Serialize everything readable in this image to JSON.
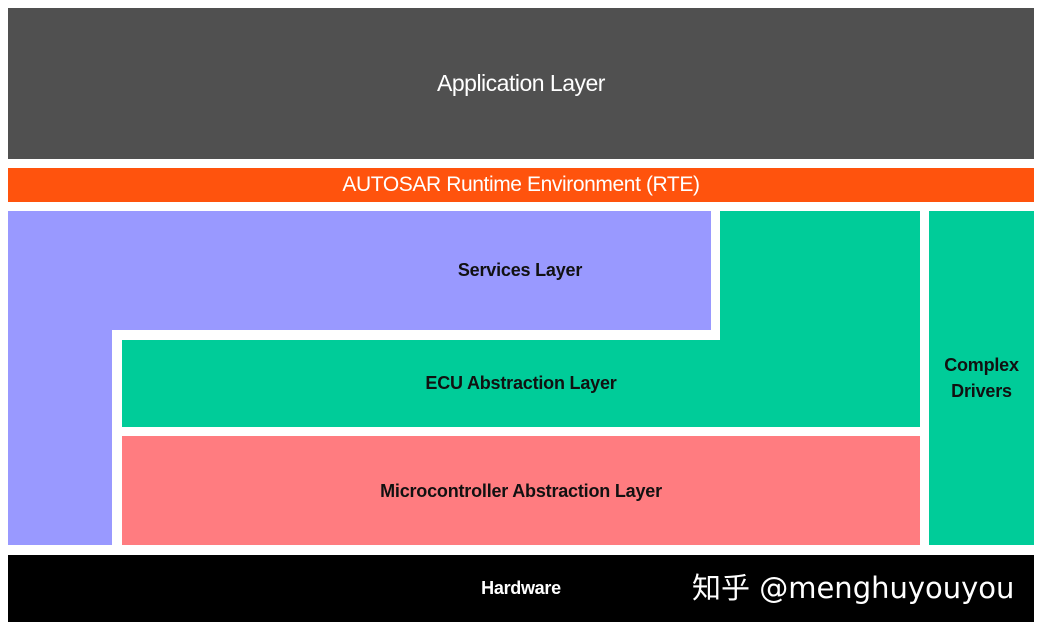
{
  "colors": {
    "application": "#505050",
    "rte": "#ff530d",
    "services": "#9999ff",
    "ecu": "#00cc99",
    "microcontroller": "#ff7c80",
    "complex_drivers": "#00cc99",
    "hardware": "#000000"
  },
  "layers": {
    "application": "Application Layer",
    "rte": "AUTOSAR Runtime Environment (RTE)",
    "services": "Services Layer",
    "ecu_abstraction": "ECU Abstraction Layer",
    "microcontroller_abstraction": "Microcontroller Abstraction Layer",
    "complex_drivers_line1": "Complex",
    "complex_drivers_line2": "Drivers",
    "hardware": "Hardware"
  },
  "watermark": "知乎 @menghuyouyou"
}
